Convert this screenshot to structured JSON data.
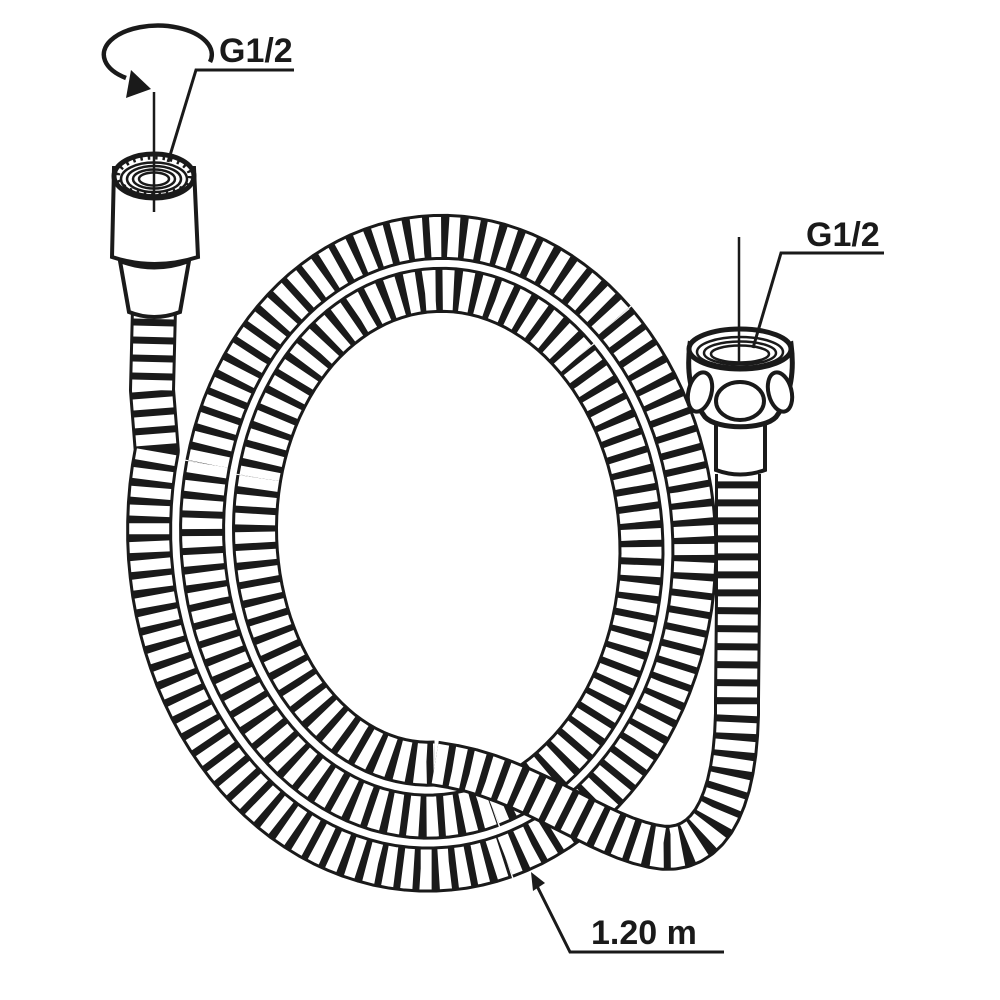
{
  "diagram": {
    "labels": {
      "left_fitting_thread": "G1/2",
      "right_fitting_thread": "G1/2",
      "hose_length": "1.20 m"
    },
    "colors": {
      "ink": "#1a1a1a",
      "background": "#ffffff"
    },
    "icons": {
      "rotation_arrow": "rotation-direction-arrow",
      "length_arrowhead": "leader-arrowhead"
    }
  }
}
